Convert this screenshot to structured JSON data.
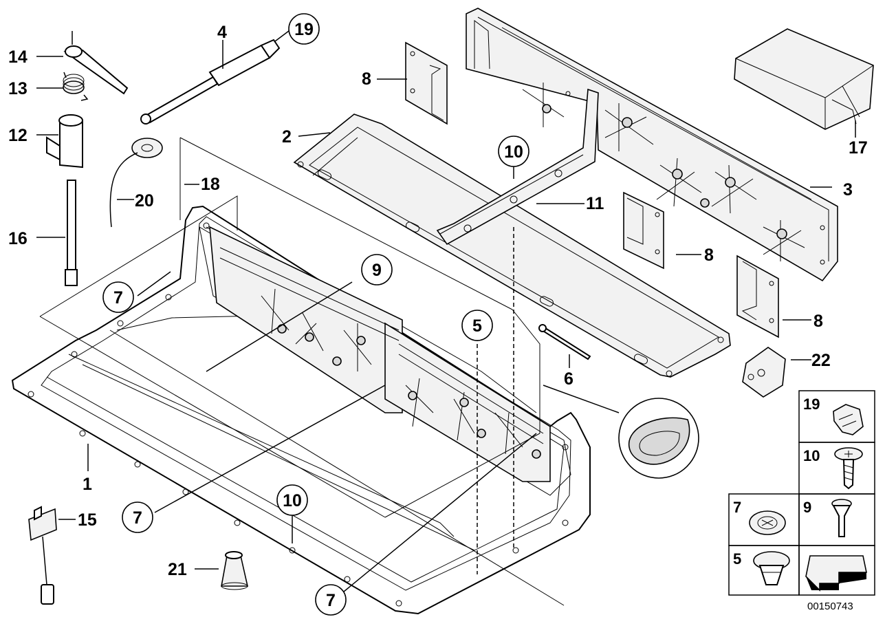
{
  "diagram": {
    "part_code": "00150743",
    "labels": {
      "p1": "1",
      "p2": "2",
      "p3": "3",
      "p4": "4",
      "p5": "5",
      "p6": "6",
      "p7a": "7",
      "p7b": "7",
      "p7c": "7",
      "p8a": "8",
      "p8b": "8",
      "p8c": "8",
      "p9": "9",
      "p10a": "10",
      "p10b": "10",
      "p11": "11",
      "p12": "12",
      "p13": "13",
      "p14": "14",
      "p15": "15",
      "p16": "16",
      "p17": "17",
      "p18": "18",
      "p19": "19",
      "p20": "20",
      "p21": "21",
      "p22": "22"
    },
    "legend": {
      "c19": "19",
      "c10": "10",
      "c7": "7",
      "c9": "9",
      "c5": "5"
    }
  }
}
